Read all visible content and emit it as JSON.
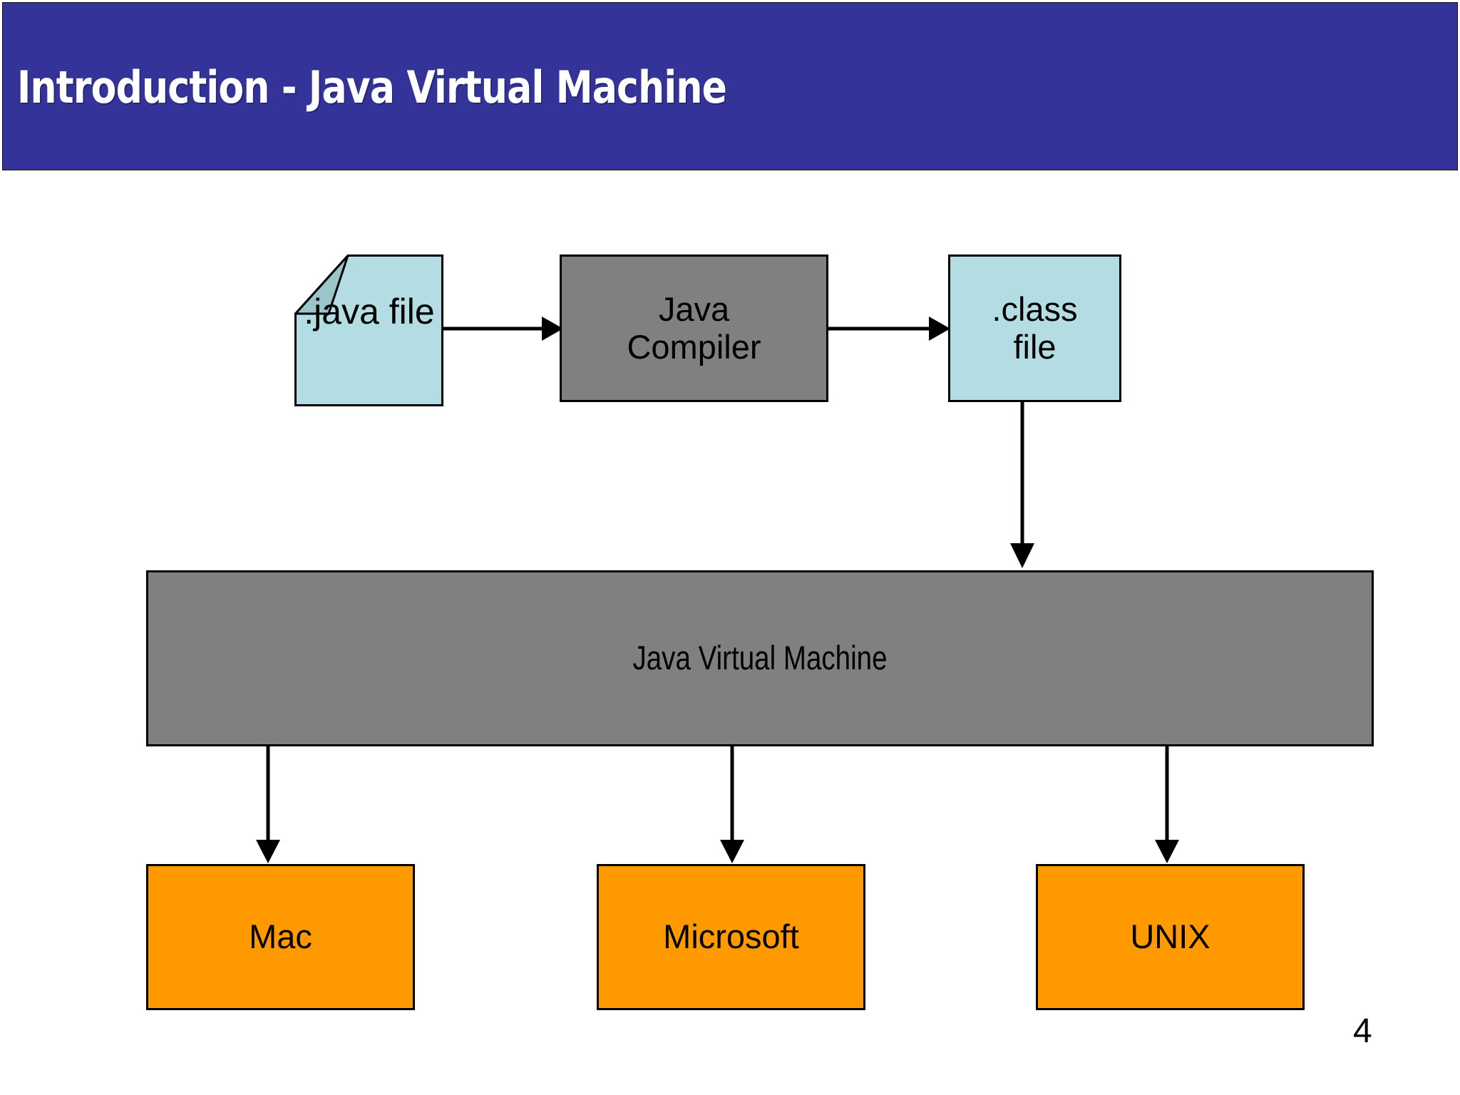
{
  "slide": {
    "title": "Introduction - Java Virtual Machine",
    "page_number": "4",
    "banner_color": "#343399",
    "banner_text_color": "#ffffff",
    "background_color": "#ffffff"
  },
  "diagram": {
    "type": "flowchart",
    "nodes": [
      {
        "id": "java-file",
        "label": ".java file",
        "shape": "document",
        "fill": "#b4dce3",
        "stroke": "#000000"
      },
      {
        "id": "java-compiler",
        "label": "Java\nCompiler",
        "shape": "rectangle",
        "fill": "#808080",
        "stroke": "#000000"
      },
      {
        "id": "class-file",
        "label": ".class\nfile",
        "shape": "rectangle",
        "fill": "#b4dce3",
        "stroke": "#000000"
      },
      {
        "id": "jvm",
        "label": "Java Virtual Machine",
        "shape": "rectangle",
        "fill": "#808080",
        "stroke": "#000000"
      },
      {
        "id": "os-mac",
        "label": "Mac",
        "shape": "rectangle",
        "fill": "#ff9900",
        "stroke": "#000000"
      },
      {
        "id": "os-microsoft",
        "label": "Microsoft",
        "shape": "rectangle",
        "fill": "#ff9900",
        "stroke": "#000000"
      },
      {
        "id": "os-unix",
        "label": "UNIX",
        "shape": "rectangle",
        "fill": "#ff9900",
        "stroke": "#000000"
      }
    ],
    "edges": [
      {
        "from": "java-file",
        "to": "java-compiler",
        "direction": "right"
      },
      {
        "from": "java-compiler",
        "to": "class-file",
        "direction": "right"
      },
      {
        "from": "class-file",
        "to": "jvm",
        "direction": "down"
      },
      {
        "from": "jvm",
        "to": "os-mac",
        "direction": "down"
      },
      {
        "from": "jvm",
        "to": "os-microsoft",
        "direction": "down"
      },
      {
        "from": "jvm",
        "to": "os-unix",
        "direction": "down"
      }
    ]
  }
}
